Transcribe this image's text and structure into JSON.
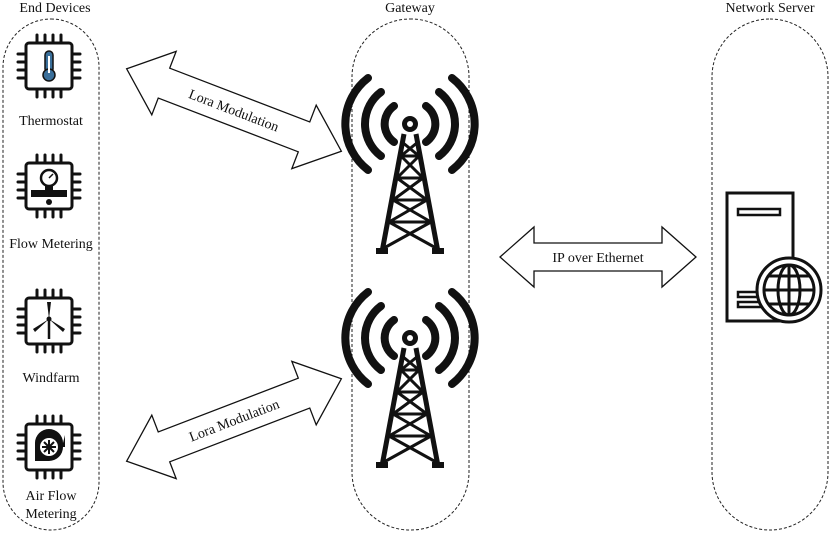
{
  "columns": {
    "end_devices": "End Devices",
    "gateway": "Gateway",
    "network_server": "Network Server"
  },
  "devices": [
    {
      "label": "Thermostat",
      "icon": "thermometer-chip-icon"
    },
    {
      "label": "Flow Metering",
      "icon": "flow-meter-chip-icon"
    },
    {
      "label": "Windfarm",
      "icon": "wind-turbine-chip-icon"
    },
    {
      "label_line1": "Air Flow",
      "label_line2": "Metering",
      "icon": "fan-chip-icon"
    }
  ],
  "links": {
    "lora_top": "Lora Modulation",
    "lora_bottom": "Lora Modulation",
    "ip": "IP over Ethernet"
  },
  "icons": {
    "gateway_top": "radio-tower-icon",
    "gateway_bottom": "radio-tower-icon",
    "server": "server-globe-icon"
  }
}
